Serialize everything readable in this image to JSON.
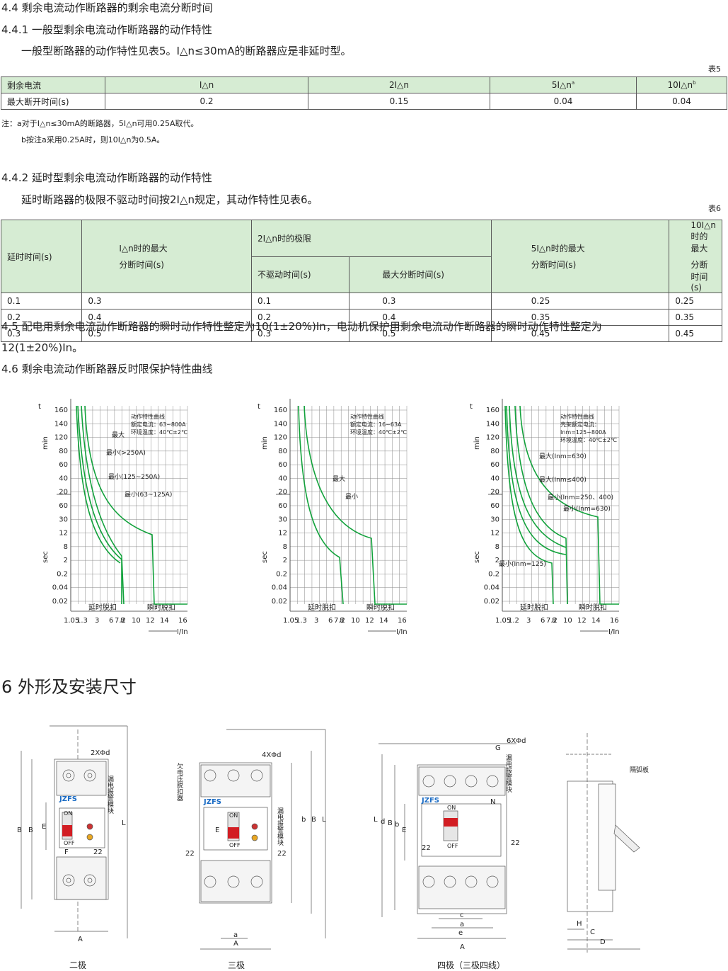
{
  "s44_title": "4.4 剩余电流动作断路器的剩余电流分断时间",
  "s441_title": "4.4.1 一般型剩余电流动作断路器的动作特性",
  "s441_text": "一般型断路器的动作特性见表5。I△n≤30mA的断路器应是非延时型。",
  "table5": {
    "label": "表5",
    "header": [
      "剩余电流",
      "I△n",
      "2I△n",
      "5I△n",
      "10I△n"
    ],
    "header_sup": [
      "",
      "",
      "",
      "a",
      "b"
    ],
    "row": [
      "最大断开时间(s)",
      "0.2",
      "0.15",
      "0.04",
      "0.04"
    ]
  },
  "note_a": "注：a对于I△n≤30mA的断路器，5I△n可用0.25A取代。",
  "note_b": "b按注a采用0.25A时，则10I△n为0.5A。",
  "s442_title": "4.4.2 延时型剩余电流动作断路器的动作特性",
  "s442_text": "延时断路器的极限不驱动时间按2I△n规定，其动作特性见表6。",
  "table6": {
    "label": "表6",
    "h_delay": "延时时间(s)",
    "h_col2a": "I△n时的最大",
    "h_col2b": "分断时间(s)",
    "h_col3": "2I△n时的极限",
    "h_col3a": "不驱动时间(s)",
    "h_col3b": "最大分断时间(s)",
    "h_col4a": "5I△n时的最大",
    "h_col4b": "分断时间(s)",
    "h_col5a": "10I△n时的最大",
    "h_col5b": "分断时间(s)",
    "rows": [
      [
        "0.1",
        "0.3",
        "0.1",
        "0.3",
        "0.25",
        "0.25"
      ],
      [
        "0.2",
        "0.4",
        "0.2",
        "0.4",
        "0.35",
        "0.35"
      ],
      [
        "0.3",
        "0.5",
        "0.3",
        "0.5",
        "0.45",
        "0.45"
      ]
    ]
  },
  "s45_line1": "4.5 配电用剩余电流动作断路器的瞬时动作特性整定为10(1±20%)In，电动机保护用剩余电流动作断路器的瞬时动作特性整定为",
  "s45_line2": "12(1±20%)In。",
  "s46_title": "4.6 剩余电流动作断路器反时限保护特性曲线",
  "charts": {
    "yticks": [
      "160",
      "140",
      "120",
      "80",
      "60",
      "40",
      "20",
      "60",
      "30",
      "12",
      "8",
      "2",
      "0.2",
      "0.04",
      "0.02"
    ],
    "t_label": "t",
    "min_label": "min",
    "sec_label": "sec",
    "delay_label": "延时脱扣",
    "inst_label": "瞬时脱扣",
    "axis_label": "I/In",
    "c1": {
      "xticks": [
        "1.05",
        "1.3",
        "3",
        "6",
        "7.2",
        "8",
        "10",
        "12",
        "14",
        "16"
      ],
      "info": [
        "动作特性曲线",
        "额定电流：63~800A",
        "环境温度：40℃±2℃"
      ],
      "ann": [
        "最大",
        "最小(>250A)",
        "最小(125~250A)",
        "最小(63~125A)"
      ]
    },
    "c2": {
      "xticks": [
        "1.05",
        "1.3",
        "3",
        "6",
        "7.2",
        "8",
        "10",
        "12",
        "14",
        "16"
      ],
      "info": [
        "动作特性曲线",
        "额定电流：16~63A",
        "环境温度：40℃±2℃"
      ],
      "ann": [
        "最大",
        "最小"
      ]
    },
    "c3": {
      "xticks": [
        "1.05",
        "1.2",
        "3",
        "6",
        "7.2",
        "8",
        "10",
        "12",
        "14",
        "16"
      ],
      "info": [
        "动作特性曲线",
        "壳架额定电流：",
        "Inm=125~800A",
        "环境温度：40℃±2℃"
      ],
      "ann": [
        "最大(Inm=630)",
        "最大(Inm≤400)",
        "最小(Inm=250、400)",
        "最小(Inm=630)",
        "最小(Inm=125)"
      ]
    }
  },
  "s6_title": "6 外形及安装尺寸",
  "dims": {
    "brand": "JZFS",
    "on": "ON",
    "off": "OFF",
    "leak_module": "漏电报警模块",
    "undervolt": "欠电压脱扣器",
    "arc_plate": "隔弧板",
    "d1_holes": "2XΦd",
    "d2_holes": "4XΦd",
    "d3_holes": "6XΦd",
    "caption1": "二极",
    "caption2": "三极",
    "caption3": "四极（三极四线）",
    "d22": "22",
    "letters": {
      "A": "A",
      "B": "B",
      "E": "E",
      "F": "F",
      "L": "L",
      "a": "a",
      "b": "b",
      "c": "c",
      "d": "d",
      "e": "e",
      "G": "G",
      "H": "H",
      "C": "C",
      "D": "D",
      "N": "N"
    }
  }
}
